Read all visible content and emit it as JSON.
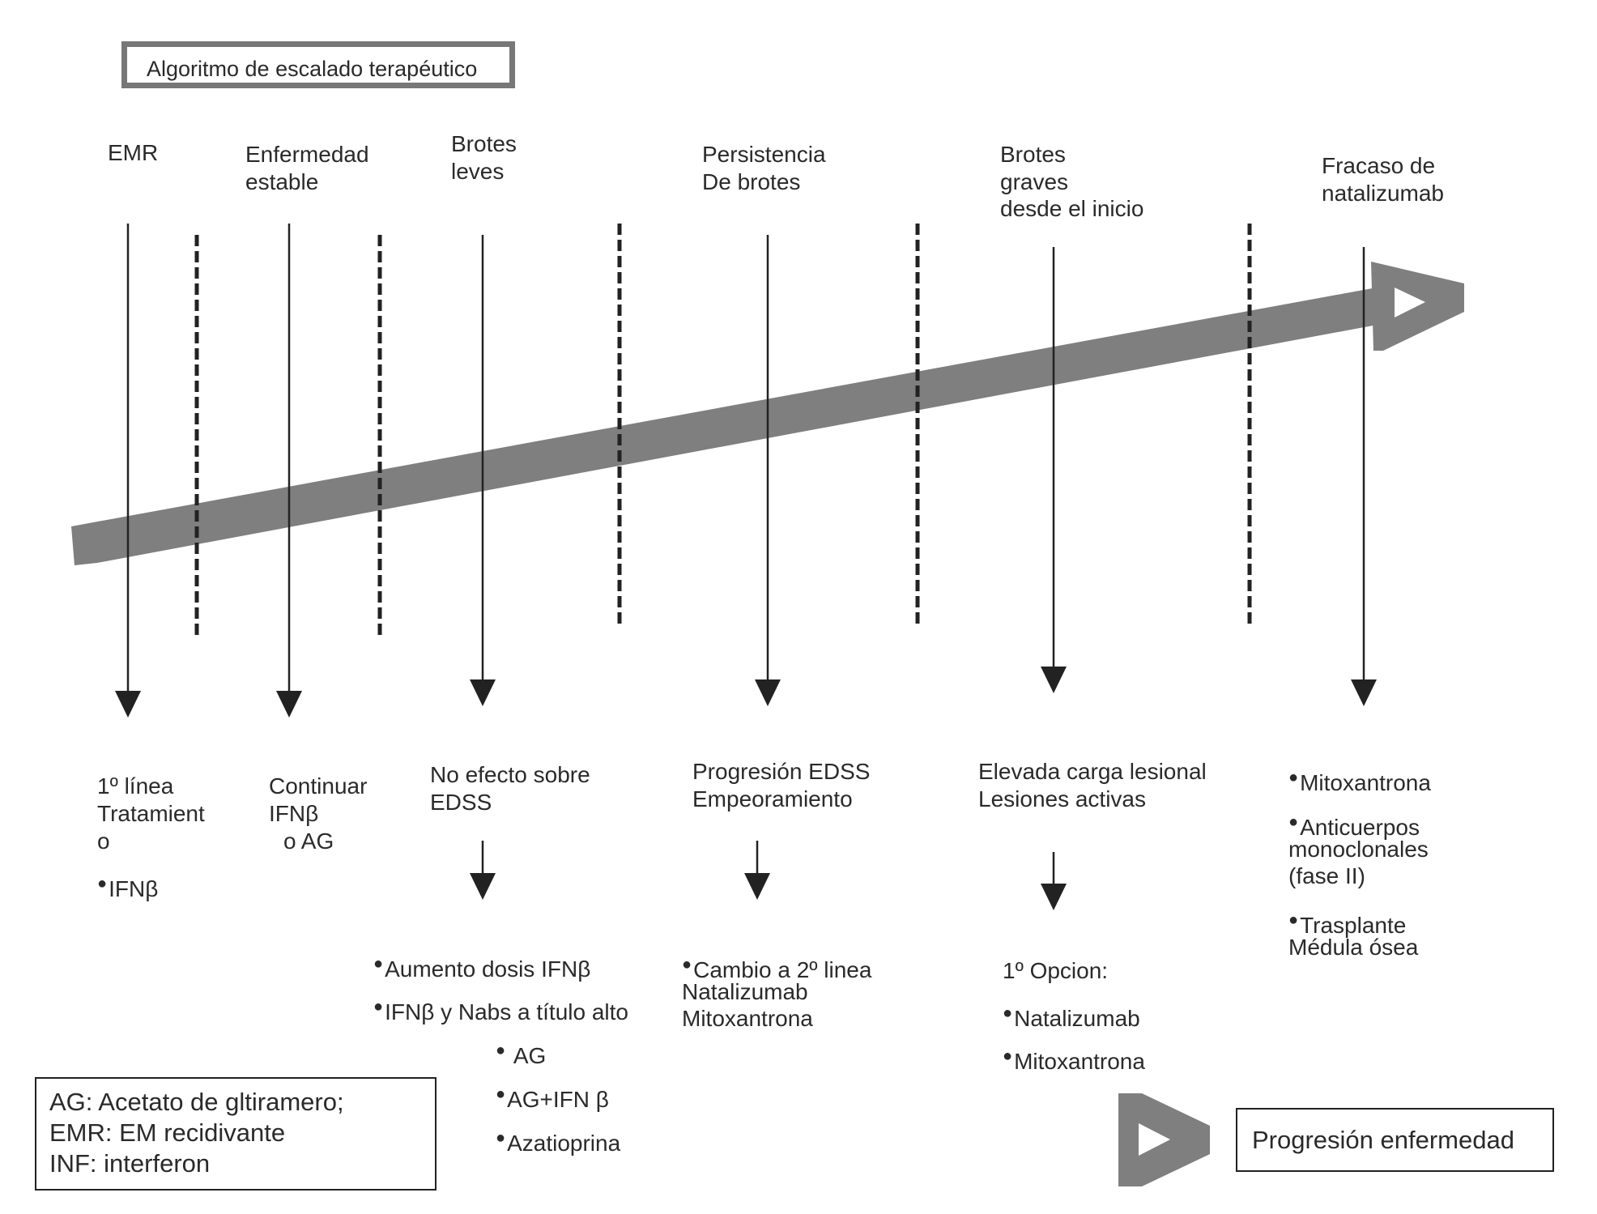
{
  "title": "Algoritmo de escalado terapéutico",
  "columns": [
    {
      "header": [
        "EMR"
      ],
      "results": [
        "1º línea",
        "Tratamient",
        "o"
      ],
      "bullets": [
        "IFNβ"
      ]
    },
    {
      "header": [
        "Enfermedad",
        "estable"
      ],
      "results": [
        "Continuar",
        "IFNβ",
        "o  AG"
      ]
    },
    {
      "header": [
        "Brotes",
        "leves"
      ],
      "results": [
        "No  efecto  sobre",
        "EDSS"
      ],
      "options": [
        "Aumento dosis IFNβ",
        "IFNβ y Nabs a título alto",
        "AG",
        "AG+IFN  β",
        "Azatioprina"
      ]
    },
    {
      "header": [
        "Persistencia",
        "De   brotes"
      ],
      "results": [
        "Progresión EDSS",
        "Empeoramiento"
      ],
      "options": [
        "Cambio a 2º linea",
        "Natalizumab",
        "Mitoxantrona"
      ]
    },
    {
      "header": [
        "Brotes",
        "graves",
        "desde el inicio"
      ],
      "results": [
        "Elevada carga lesional",
        "Lesiones activas"
      ],
      "options_title": "1º Opcion:",
      "options": [
        "Natalizumab",
        "Mitoxantrona"
      ]
    },
    {
      "header": [
        "Fracaso  de",
        "natalizumab"
      ],
      "results": [
        "Mitoxantrona",
        "Anticuerpos",
        "monoclonales",
        "(fase II)",
        "Trasplante",
        "Médula ósea"
      ]
    }
  ],
  "legend": [
    "AG: Acetato de gltiramero;",
    "EMR: EM recidivante",
    "INF: interferon"
  ],
  "progression_label": "Progresión enfermedad",
  "colors": {
    "arrow": "#7f7f7f",
    "line": "#222222",
    "frame": "#777777"
  }
}
